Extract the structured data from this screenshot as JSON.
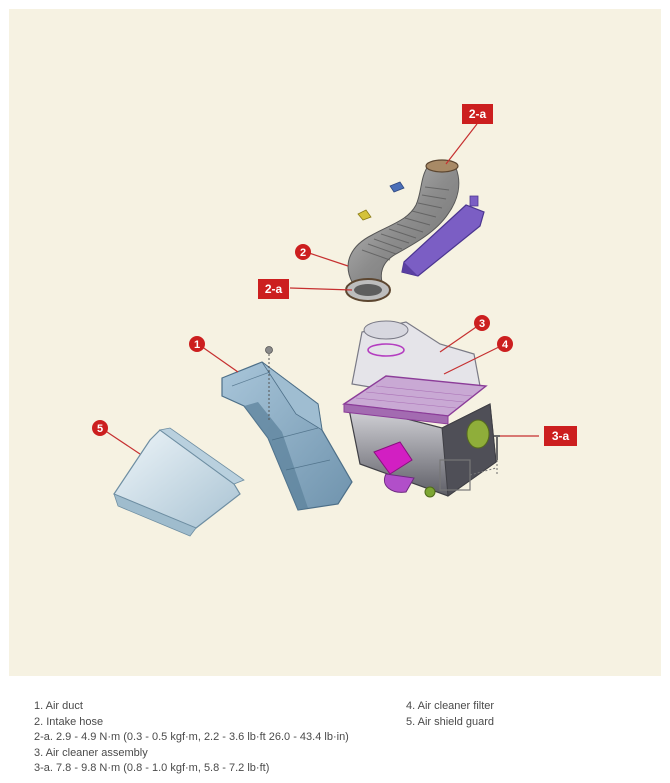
{
  "colors": {
    "panel_bg": "#f6f2e2",
    "callout": "#cc1f1f",
    "leader": "#c63030",
    "duct": "#8fb4cc",
    "hose": "#9a9a9a",
    "bracket": "#7a5fc0",
    "housing": "#9a9aa2",
    "filter": "#c56bc0",
    "guard": "#cfe0ea"
  },
  "callouts": {
    "c1": "1",
    "c2": "2",
    "c3": "3",
    "c4": "4",
    "c5": "5",
    "tag_2a_top": "2-a",
    "tag_2a_left": "2-a",
    "tag_3a": "3-a"
  },
  "parts": {
    "air_duct": "air-duct",
    "intake_hose": "intake-hose",
    "air_cleaner_assembly": "air-cleaner-assembly",
    "air_cleaner_filter": "air-cleaner-filter",
    "air_shield_guard": "air-shield-guard"
  },
  "legend": {
    "left": [
      "1. Air duct",
      "2. Intake hose",
      "2-a. 2.9 - 4.9 N·m (0.3 - 0.5 kgf·m, 2.2 - 3.6 lb·ft 26.0 - 43.4 lb·in)",
      "3. Air cleaner assembly",
      "3-a. 7.8 - 9.8 N·m (0.8 - 1.0 kgf·m, 5.8 - 7.2 lb·ft)"
    ],
    "right": [
      "4. Air cleaner filter",
      "5. Air shield guard"
    ]
  }
}
